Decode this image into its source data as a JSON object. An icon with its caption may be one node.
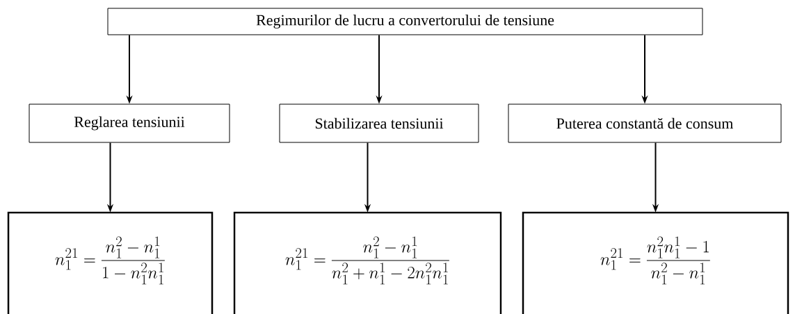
{
  "diagram": {
    "nodes": [
      {
        "text": [
          "Regimurilor de lucru a convertorului de tensiune"
        ]
      },
      {
        "text": [
          "Reglarea tensiunii"
        ]
      },
      {
        "text": [
          "Stabilizarea tensiunii"
        ]
      },
      {
        "text": [
          "Puterea constantă de consum"
        ]
      },
      {
        "text": [
          "n_1^{21}=\\frac{n_1^2-n_1^1}{1-n_1^2n_1^1}"
        ]
      },
      {
        "text": [
          "n_1^{21}=\\frac{n_1^2-n_1^1}{n_1^2+n_1^1-2n_1^2n_1^1}"
        ]
      },
      {
        "text": [
          "n_1^{21}=\\frac{n_1^2n_1^1-1}{n_1^2-n_1^1}"
        ]
      }
    ],
    "edges": [
      {
        "from": 0,
        "to": 1,
        "arrow": "to"
      },
      {
        "from": 0,
        "to": 2,
        "arrow": "to"
      },
      {
        "from": 0,
        "to": 3,
        "arrow": "to"
      },
      {
        "from": 1,
        "to": 4,
        "arrow": "to"
      },
      {
        "from": 2,
        "to": 5,
        "arrow": "to"
      },
      {
        "from": 3,
        "to": 6,
        "arrow": "to"
      }
    ]
  }
}
